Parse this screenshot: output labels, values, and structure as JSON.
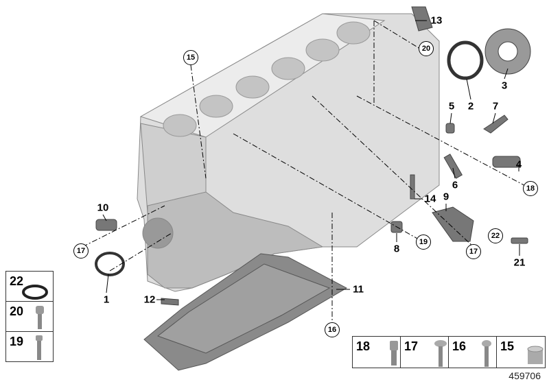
{
  "callouts": [
    "13",
    "3",
    "2",
    "5",
    "7",
    "4",
    "6",
    "14",
    "9",
    "10",
    "8",
    "21",
    "1",
    "12",
    "11"
  ],
  "circled_callouts": [
    "15",
    "20",
    "18",
    "17",
    "19",
    "17",
    "22",
    "16"
  ],
  "legend_left": [
    "22",
    "20",
    "19"
  ],
  "legend_bottom": [
    "18",
    "17",
    "16",
    "15"
  ],
  "diagram_number": "459706"
}
